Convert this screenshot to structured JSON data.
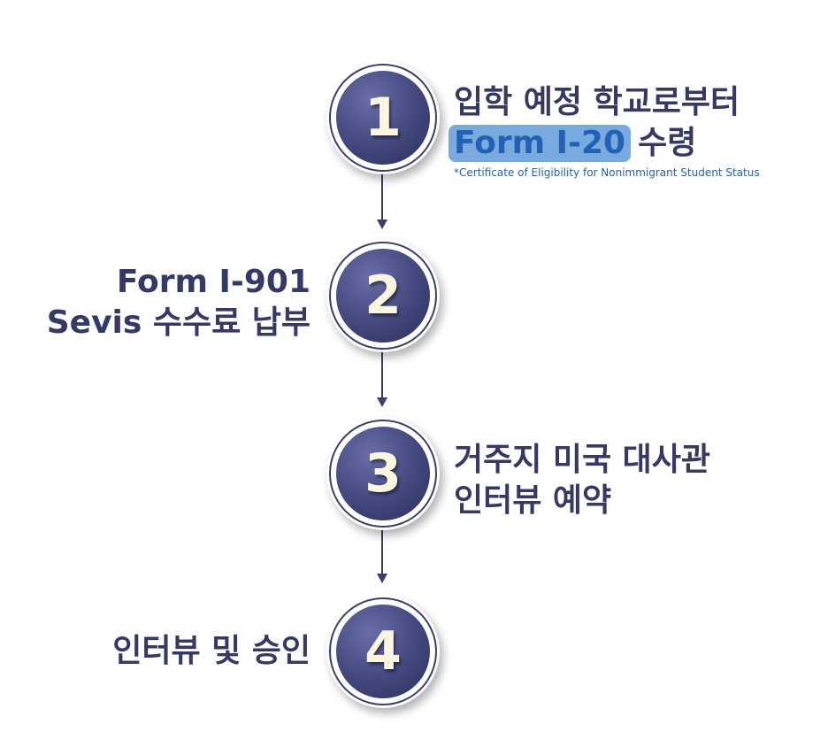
{
  "colors": {
    "navy_text": "#343965",
    "disc_dark": "#2b2f5a",
    "disc_mid": "#464b82",
    "number_cream": "#fdf6df",
    "highlight_bg": "#79aadf",
    "highlight_text": "#2262b4",
    "connector": "#3a3f6c"
  },
  "steps": [
    {
      "number": "1",
      "lines": [
        "입학 예정 학교로부터"
      ],
      "highlight": "Form I-20",
      "highlight_suffix": "수령",
      "footnote": "*Certificate of Eligibility for Nonimmigrant Student Status"
    },
    {
      "number": "2",
      "lines": [
        "Form I-901",
        "Sevis 수수료 납부"
      ]
    },
    {
      "number": "3",
      "lines": [
        "거주지 미국 대사관",
        "인터뷰 예약"
      ]
    },
    {
      "number": "4",
      "lines": [
        "인터뷰 및 승인"
      ]
    }
  ]
}
